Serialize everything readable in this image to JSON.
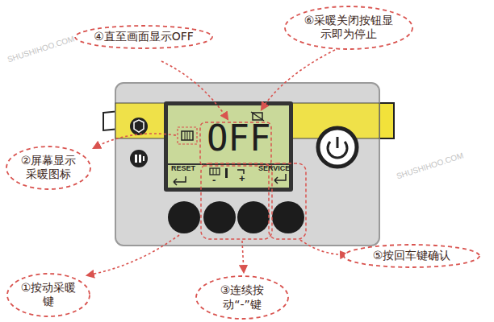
{
  "diagram": {
    "nodes": [
      {
        "text": [
          "④直至画面显示OFF"
        ]
      },
      {
        "text": [
          "⑥采暖关闭按钮显示即为停止"
        ]
      },
      {
        "text": [
          "②屏幕显示采暖图标"
        ]
      },
      {
        "text": [
          "①按动采暖键"
        ]
      },
      {
        "text": [
          "③连续按动“-”键"
        ]
      },
      {
        "text": [
          "⑤按回车键确认"
        ]
      }
    ],
    "labels": [
      "OFF",
      "RESET",
      "-",
      "+",
      "SERVICE",
      "SHUSHIHOO.COM",
      "SHUSHIHOO.COM"
    ]
  }
}
